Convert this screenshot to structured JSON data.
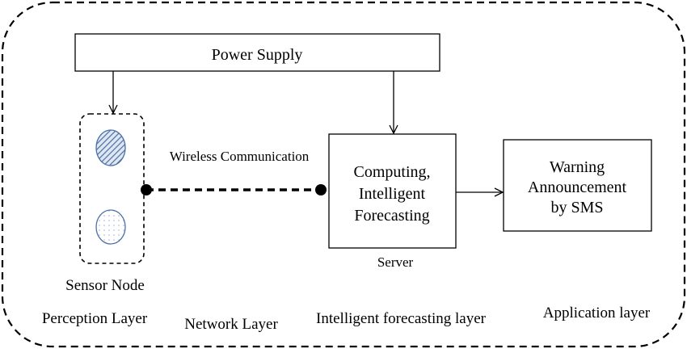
{
  "diagram": {
    "power_supply": "Power Supply",
    "sensor_node": "Sensor Node",
    "wireless_label": "Wireless Communication",
    "server_box": [
      "Computing,",
      "Intelligent",
      "Forecasting"
    ],
    "server_label": "Server",
    "warning_box": [
      "Warning",
      "Announcement",
      "by SMS"
    ],
    "layers": {
      "perception": "Perception Layer",
      "network": "Network Layer",
      "intelligent": "Intelligent forecasting layer",
      "application": "Application layer"
    }
  }
}
